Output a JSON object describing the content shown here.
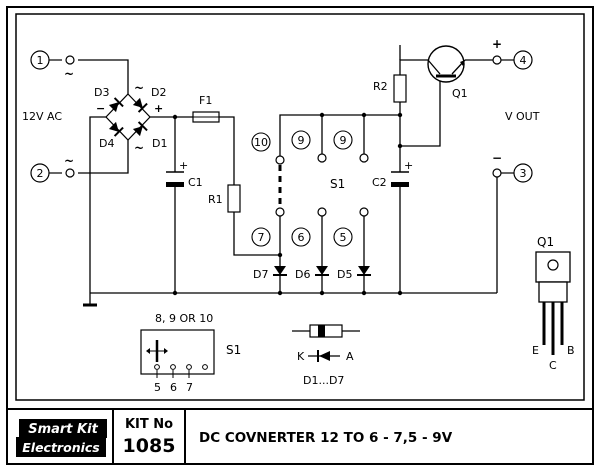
{
  "terminals": {
    "t1": "1",
    "t2": "2",
    "t3": "3",
    "t4": "4"
  },
  "ac_tilde": "~",
  "labels": {
    "input": "12V AC",
    "output": "V OUT",
    "plus": "+",
    "minus": "−"
  },
  "components": {
    "d1": "D1",
    "d2": "D2",
    "d3": "D3",
    "d4": "D4",
    "d5": "D5",
    "d6": "D6",
    "d7": "D7",
    "f1": "F1",
    "r1": "R1",
    "r2": "R2",
    "c1": "C1",
    "c2": "C2",
    "q1": "Q1",
    "s1": "S1"
  },
  "switch_pins": {
    "p10": "10",
    "p9a": "9",
    "p9b": "9",
    "p7": "7",
    "p6": "6",
    "p5": "5"
  },
  "switch_detail": {
    "title": "8, 9  OR 10",
    "label": "S1",
    "pins": [
      "5",
      "6",
      "7"
    ]
  },
  "diode_legend": {
    "k": "K",
    "a": "A",
    "caption": "D1...D7"
  },
  "transistor_pinout": {
    "title": "Q1",
    "e": "E",
    "c": "C",
    "b": "B"
  },
  "footer": {
    "brand_line1": "Smart Kit",
    "brand_line2": "Electronics",
    "kit_label": "KIT No",
    "kit_number": "1085",
    "title": "DC COVNERTER 12 TO 6 - 7,5 - 9V"
  }
}
